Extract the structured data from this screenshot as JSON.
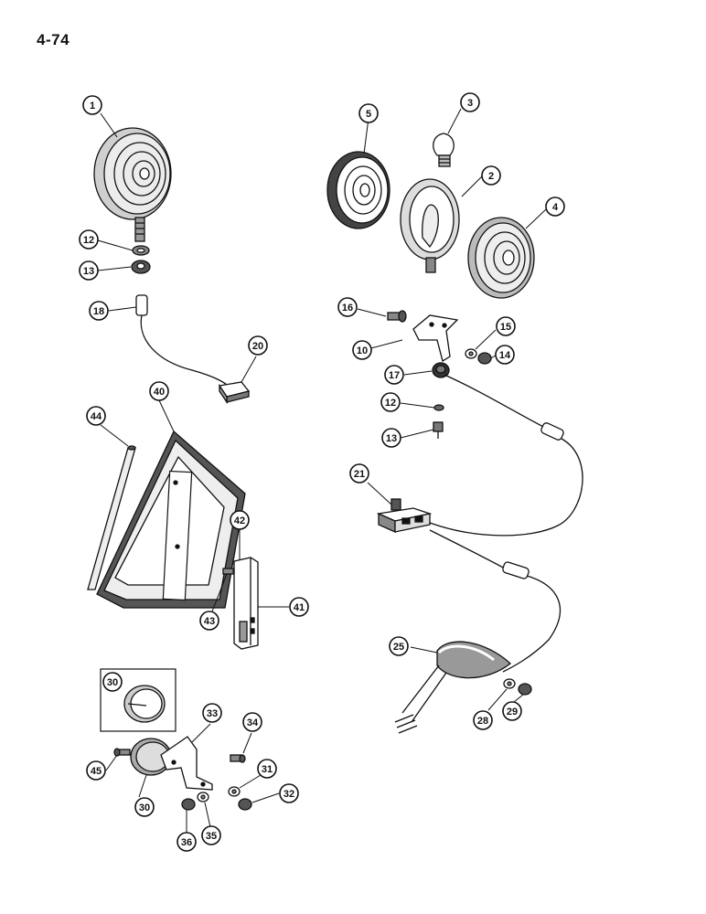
{
  "page": {
    "number": "4-74"
  },
  "callouts": [
    {
      "id": "c1",
      "label": "1"
    },
    {
      "id": "c2",
      "label": "2"
    },
    {
      "id": "c3",
      "label": "3"
    },
    {
      "id": "c4",
      "label": "4"
    },
    {
      "id": "c5",
      "label": "5"
    },
    {
      "id": "c10",
      "label": "10"
    },
    {
      "id": "c12a",
      "label": "12"
    },
    {
      "id": "c12b",
      "label": "12"
    },
    {
      "id": "c13a",
      "label": "13"
    },
    {
      "id": "c13b",
      "label": "13"
    },
    {
      "id": "c14",
      "label": "14"
    },
    {
      "id": "c15",
      "label": "15"
    },
    {
      "id": "c16",
      "label": "16"
    },
    {
      "id": "c17",
      "label": "17"
    },
    {
      "id": "c18",
      "label": "18"
    },
    {
      "id": "c20",
      "label": "20"
    },
    {
      "id": "c21",
      "label": "21"
    },
    {
      "id": "c25",
      "label": "25"
    },
    {
      "id": "c28",
      "label": "28"
    },
    {
      "id": "c29",
      "label": "29"
    },
    {
      "id": "c30a",
      "label": "30"
    },
    {
      "id": "c30b",
      "label": "30"
    },
    {
      "id": "c31",
      "label": "31"
    },
    {
      "id": "c32",
      "label": "32"
    },
    {
      "id": "c33",
      "label": "33"
    },
    {
      "id": "c34",
      "label": "34"
    },
    {
      "id": "c35",
      "label": "35"
    },
    {
      "id": "c36",
      "label": "36"
    },
    {
      "id": "c40",
      "label": "40"
    },
    {
      "id": "c41",
      "label": "41"
    },
    {
      "id": "c42",
      "label": "42"
    },
    {
      "id": "c43",
      "label": "43"
    },
    {
      "id": "c44",
      "label": "44"
    },
    {
      "id": "c45",
      "label": "45"
    }
  ]
}
